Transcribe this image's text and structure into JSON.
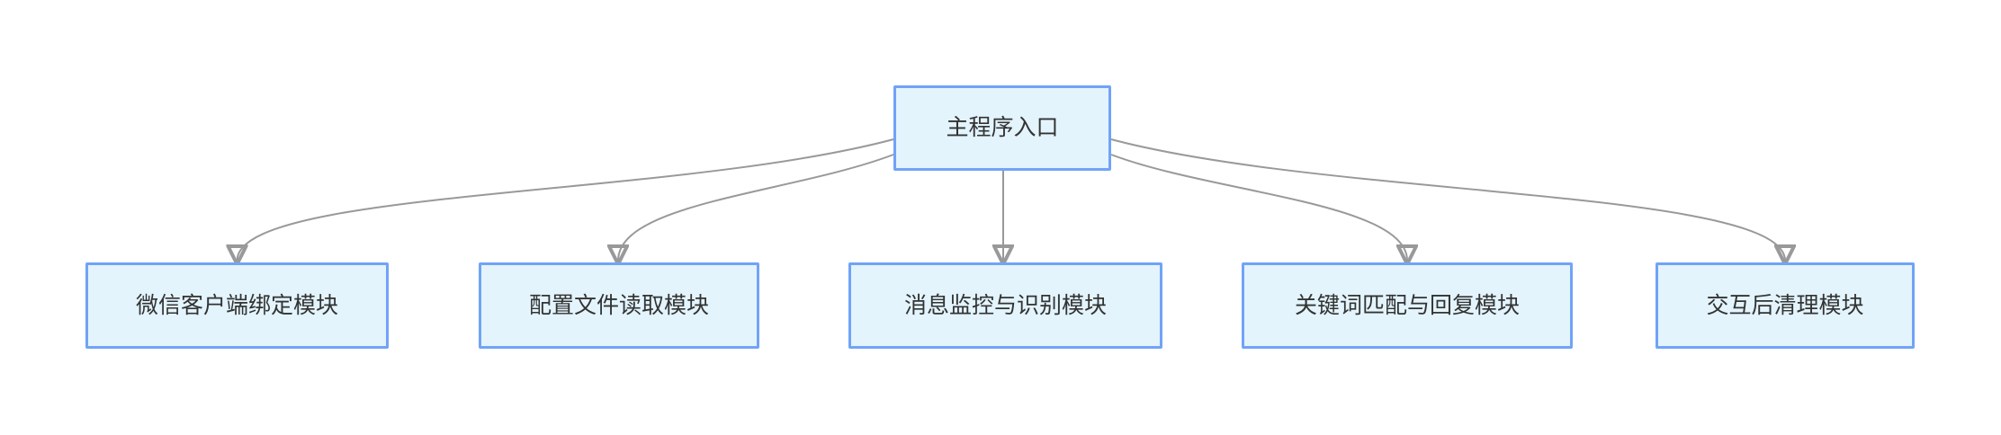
{
  "diagram": {
    "type": "flowchart",
    "direction": "top-down",
    "nodes": {
      "root": {
        "label": "主程序入口"
      },
      "children": [
        {
          "label": "微信客户端绑定模块"
        },
        {
          "label": "配置文件读取模块"
        },
        {
          "label": "消息监控与识别模块"
        },
        {
          "label": "关键词匹配与回复模块"
        },
        {
          "label": "交互后清理模块"
        }
      ]
    },
    "edges": [
      {
        "from": "主程序入口",
        "to": "微信客户端绑定模块"
      },
      {
        "from": "主程序入口",
        "to": "配置文件读取模块"
      },
      {
        "from": "主程序入口",
        "to": "消息监控与识别模块"
      },
      {
        "from": "主程序入口",
        "to": "关键词匹配与回复模块"
      },
      {
        "from": "主程序入口",
        "to": "交互后清理模块"
      }
    ],
    "colors": {
      "background": "#ffffff",
      "node_fill": "#e3f4fd",
      "node_border": "#71a3f7",
      "node_text": "#333333",
      "edge": "#999999",
      "arrowhead": "#999999"
    }
  }
}
